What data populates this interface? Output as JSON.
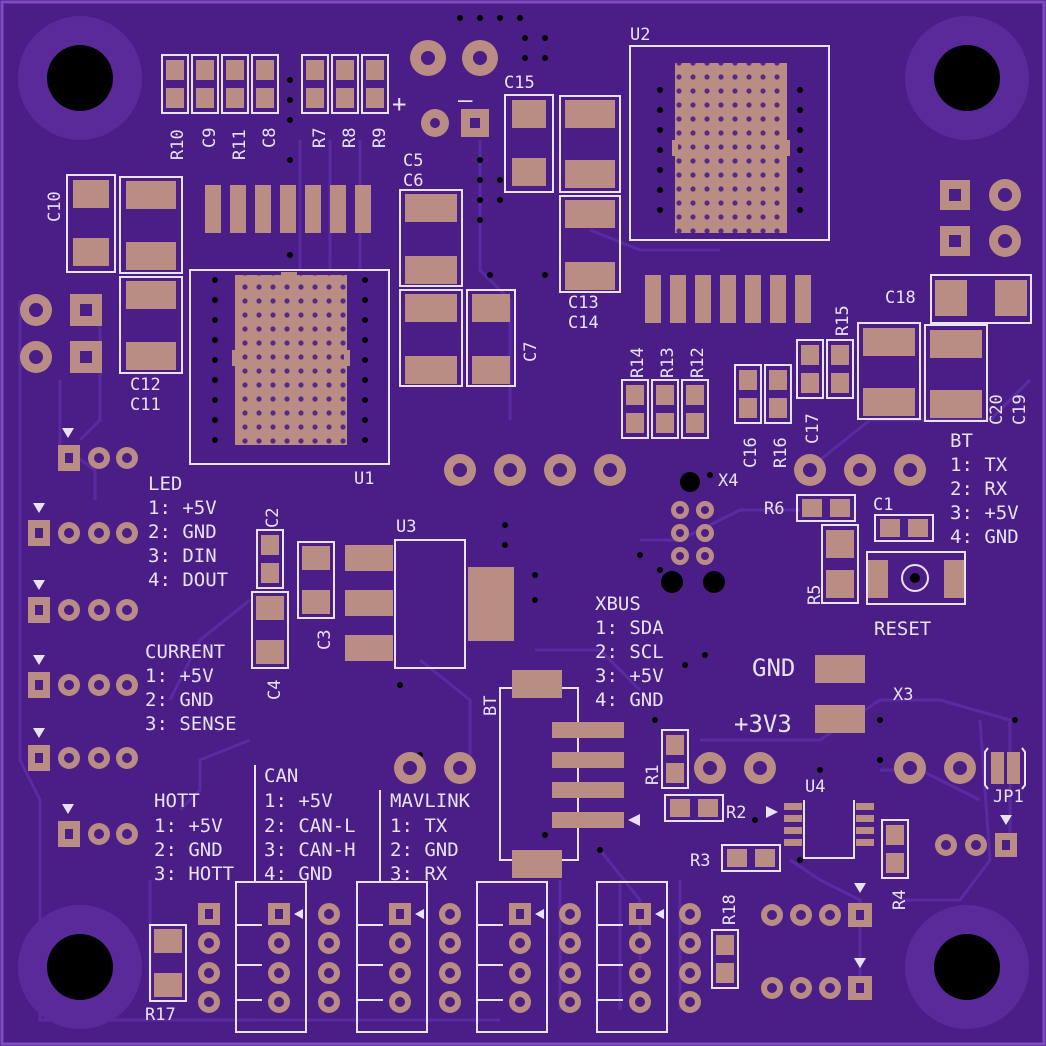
{
  "colors": {
    "board": "#4a1e86",
    "board_edge": "#7f4cc0",
    "trace": "#5a2aa0",
    "pad": "#b98d84",
    "silkscreen": "#e9e2f2",
    "hole": "#000000"
  },
  "icons": [
    "mounting-hole-icon",
    "pin-one-marker-icon",
    "plus-icon",
    "minus-icon"
  ],
  "components": {
    "R10": "R10",
    "C9": "C9",
    "R11": "R11",
    "C8": "C8",
    "R7": "R7",
    "R8": "R8",
    "R9": "R9",
    "C5": "C5",
    "C6": "C6",
    "C15": "C15",
    "U2": "U2",
    "C10": "C10",
    "C12": "C12",
    "C11": "C11",
    "U1": "U1",
    "C7": "C7",
    "C13": "C13",
    "C14": "C14",
    "C18": "C18",
    "R15": "R15",
    "R14": "R14",
    "R13": "R13",
    "R12": "R12",
    "C16": "C16",
    "R16": "R16",
    "C17": "C17",
    "C20": "C20",
    "C19": "C19",
    "X4": "X4",
    "R6": "R6",
    "C1": "C1",
    "R5": "R5",
    "C2": "C2",
    "U3": "U3",
    "C3": "C3",
    "C4": "C4",
    "BT_ANT": "BT",
    "R1": "R1",
    "R2": "R2",
    "U4": "U4",
    "R3": "R3",
    "R4": "R4",
    "JP1": "JP1",
    "X3": "X3",
    "R18": "R18",
    "R17": "R17"
  },
  "labels": {
    "led": [
      "LED",
      "1: +5V",
      "2: GND",
      "3: DIN",
      "4: DOUT"
    ],
    "current": [
      "CURRENT",
      "1: +5V",
      "2: GND",
      "3: SENSE"
    ],
    "hott": [
      "HOTT",
      "1: +5V",
      "2: GND",
      "3: HOTT"
    ],
    "can": [
      "CAN",
      "1: +5V",
      "2: CAN-L",
      "3: CAN-H",
      "4: GND"
    ],
    "mavlink": [
      "MAVLINK",
      "1: TX",
      "2: GND",
      "3: RX"
    ],
    "xbus": [
      "XBUS",
      "1: SDA",
      "2: SCL",
      "3: +5V",
      "4: GND"
    ],
    "bt": [
      "BT",
      "1: TX",
      "2: RX",
      "3: +5V",
      "4: GND"
    ],
    "reset": "RESET",
    "gnd": "GND",
    "v3v3": "+3V3",
    "plus": "+",
    "minus": "—"
  }
}
